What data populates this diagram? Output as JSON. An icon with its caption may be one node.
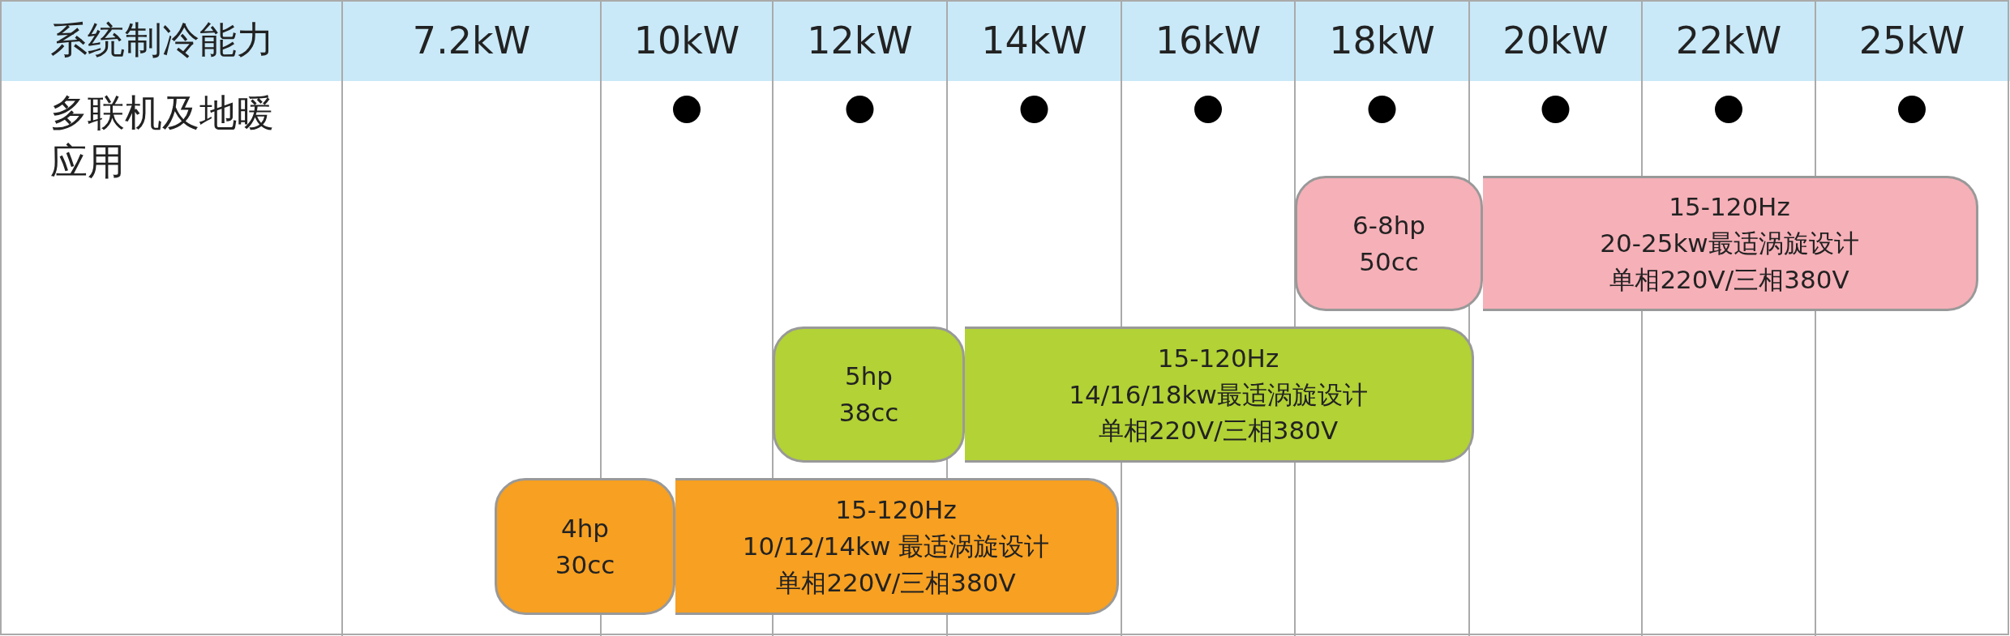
{
  "diagram": {
    "nodes": [
      {
        "text": [
          "6-8hp",
          "50cc"
        ]
      },
      {
        "text": [
          "15-120Hz",
          "20-25kw最适涡旋设计",
          "单相220V/三相380V"
        ]
      },
      {
        "text": [
          "5hp",
          "38cc"
        ]
      },
      {
        "text": [
          "15-120Hz",
          "14/16/18kw最适涡旋设计",
          "单相220V/三相380V"
        ]
      },
      {
        "text": [
          "4hp",
          "30cc"
        ]
      },
      {
        "text": [
          "15-120Hz",
          "10/12/14kw 最适涡旋设计",
          "单相220V/三相380V"
        ]
      }
    ],
    "labels": [
      "系统制冷能力",
      "7.2kW",
      "10kW",
      "12kW",
      "14kW",
      "16kW",
      "18kW",
      "20kW",
      "22kW",
      "25kW",
      "多联机及地暖应用"
    ]
  }
}
